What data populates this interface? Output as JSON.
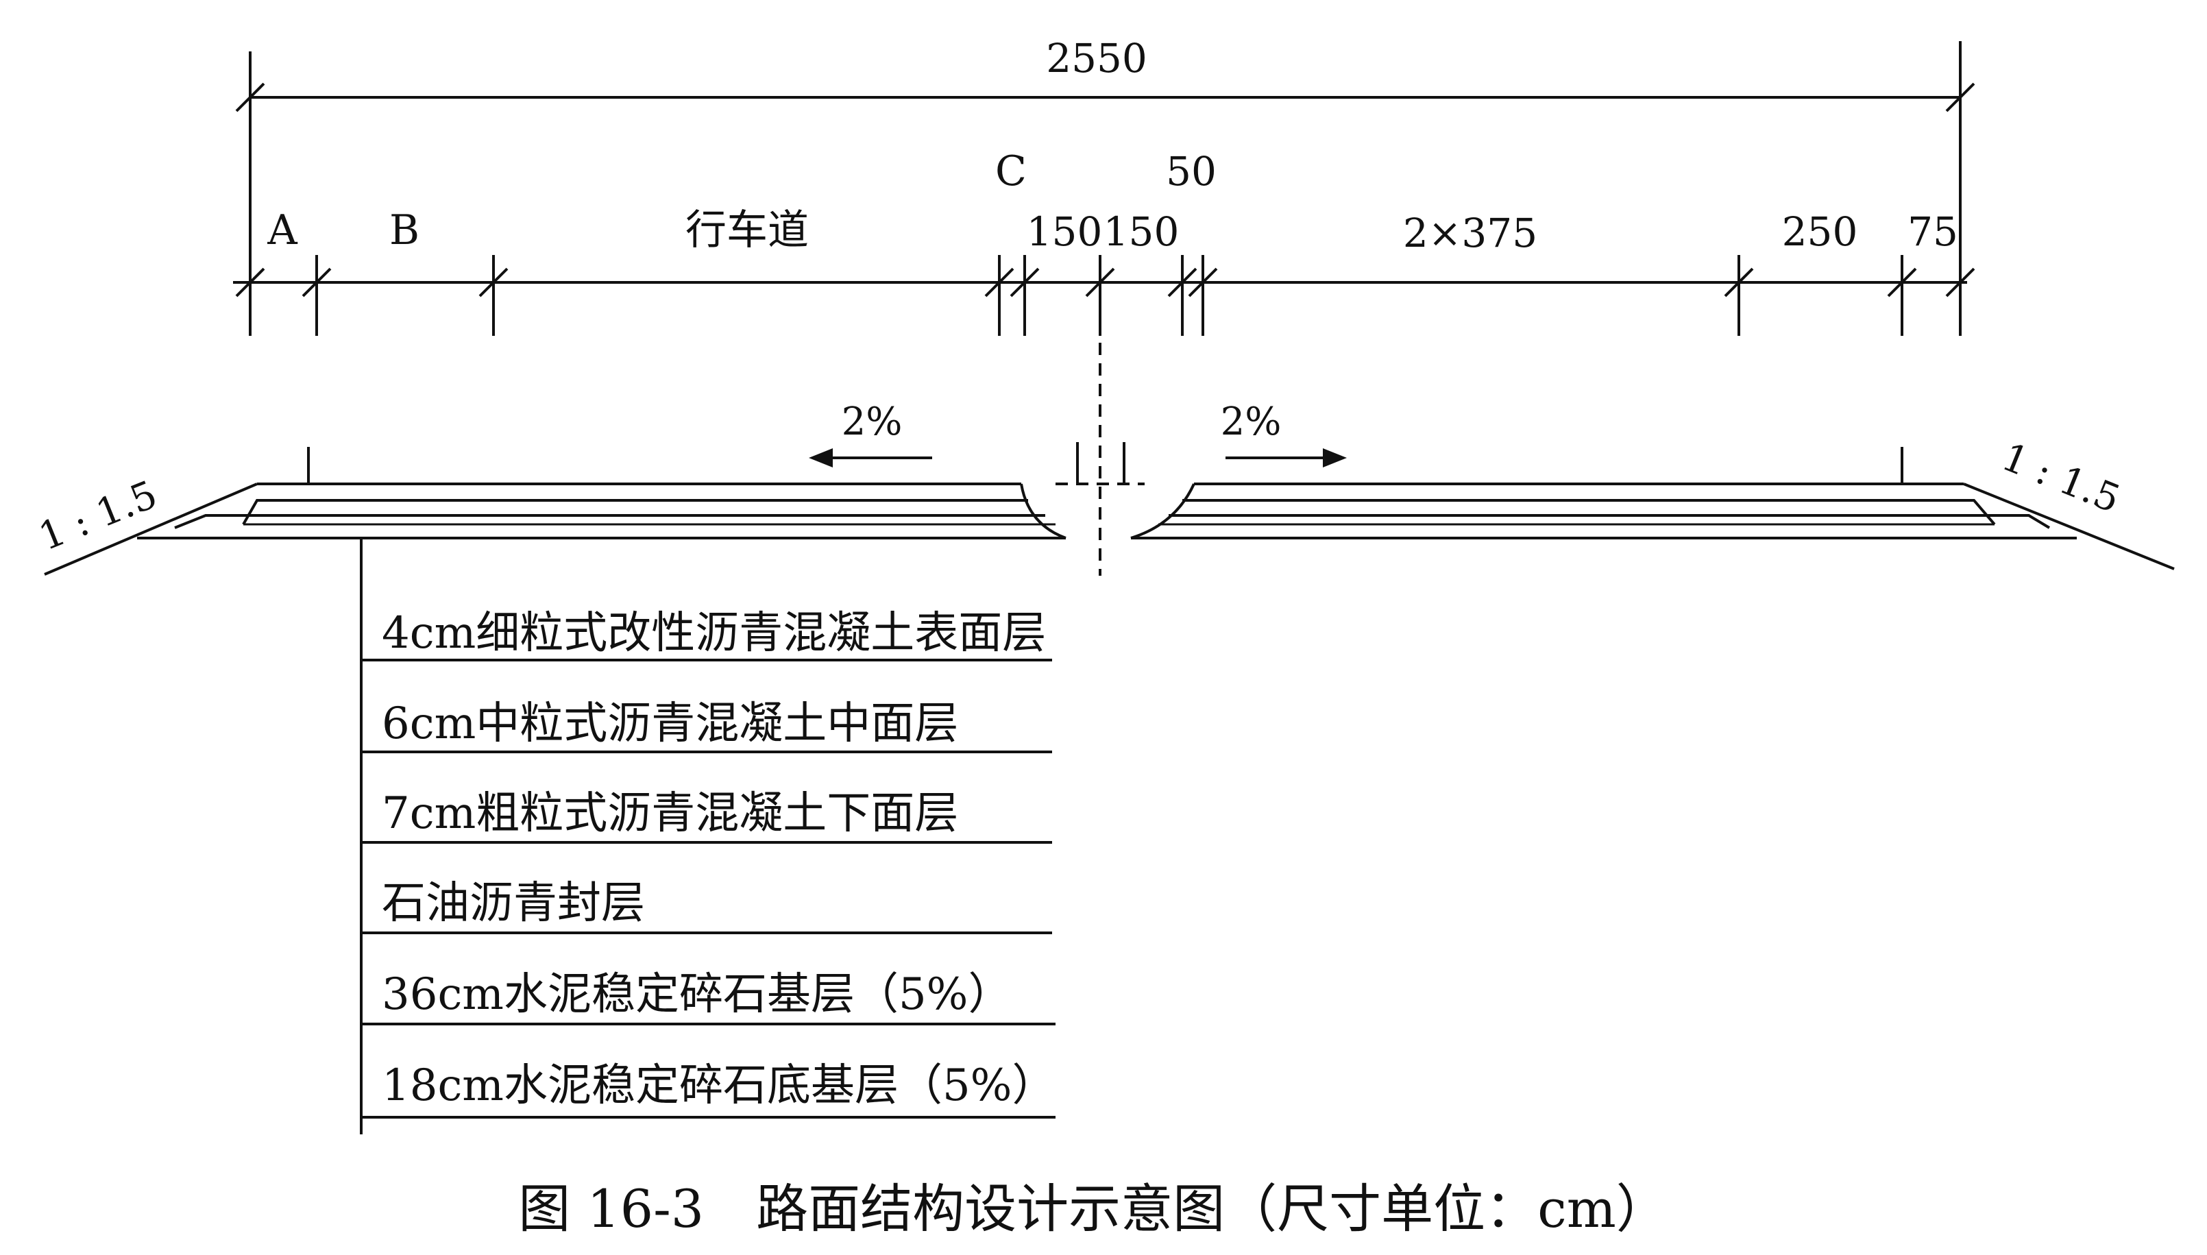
{
  "dimensions": {
    "total": "2550",
    "A": "A",
    "B": "B",
    "lane": "行车道",
    "C": "C",
    "left150": "150",
    "right150": "150",
    "median50": "50",
    "lanes2x375": "2×375",
    "shoulder250": "250",
    "edge75": "75"
  },
  "slopes": {
    "left_cross": "2%",
    "right_cross": "2%",
    "left_side": "1 : 1.5",
    "right_side": "1 : 1.5"
  },
  "layers": [
    "4cm细粒式改性沥青混凝土表面层",
    "6cm中粒式沥青混凝土中面层",
    "7cm粗粒式沥青混凝土下面层",
    "石油沥青封层",
    "36cm水泥稳定碎石基层（5%）",
    "18cm水泥稳定碎石底基层（5%）"
  ],
  "caption": "图 16-3　路面结构设计示意图（尺寸单位：cm）"
}
